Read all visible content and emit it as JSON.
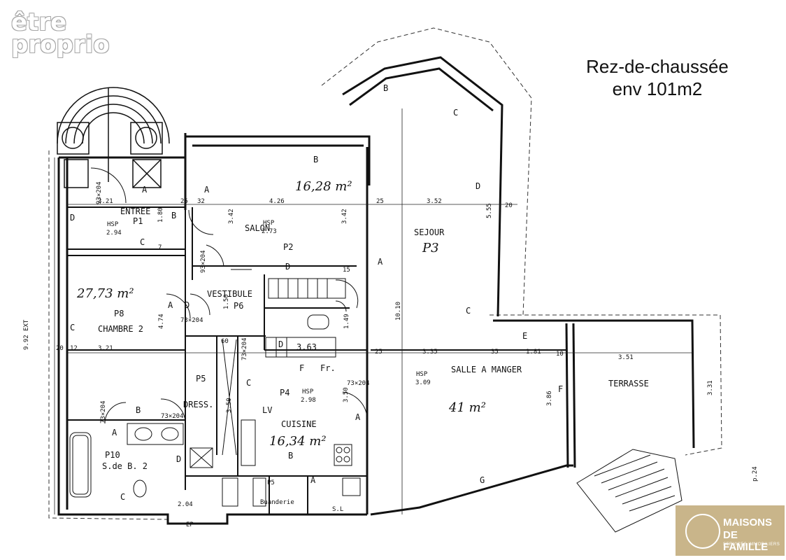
{
  "header": {
    "title_line1": "Rez-de-chaussée",
    "title_line2": "env 101m2"
  },
  "watermark": {
    "line1": "être",
    "line2": "proprio"
  },
  "logo": {
    "line1": "MAISONS",
    "line2": "DE FAMILLE",
    "line3": "SERVICES IMMOBILIERS",
    "color": "#c9b58a"
  },
  "page_ref": "p.24",
  "rooms": {
    "entree": {
      "name": "ENTREE",
      "code": "P1",
      "hsp_label": "HSP",
      "hsp": "2.94"
    },
    "salon": {
      "name": "SALON",
      "code": "P2",
      "hsp_label": "HSP",
      "hsp": "2.73",
      "area": "16,28 m²"
    },
    "sejour": {
      "name": "SEJOUR",
      "code": "P3"
    },
    "chambre2": {
      "name": "CHAMBRE 2",
      "code": "P8",
      "area": "27,73 m²"
    },
    "vestibule": {
      "name": "VESTIBULE",
      "code": "P6"
    },
    "cuisine": {
      "name": "CUISINE",
      "code": "P4",
      "hsp_label": "HSP",
      "hsp": "2.98",
      "area": "16,34 m²"
    },
    "salle_a_manger": {
      "name": "SALLE A MANGER",
      "hsp_label": "HSP",
      "hsp": "3.09",
      "area": "41 m²"
    },
    "terrasse": {
      "name": "TERRASSE"
    },
    "dress": {
      "name": "DRESS.",
      "code": "P5"
    },
    "sdb2": {
      "name": "S.de B. 2",
      "code": "P10"
    },
    "buanderie": {
      "name": "Buanderie",
      "code": "P5"
    },
    "stair": {
      "value": "3.63"
    }
  },
  "dimensions": {
    "d_321_top": "3.21",
    "d_426": "4.26",
    "d_352": "3.52",
    "d_342": "3.42",
    "d_342b": "3.42",
    "d_180": "1.80",
    "d_321_mid": "3.21",
    "d_335": "3.35",
    "d_181": "1.81",
    "d_351": "3.51",
    "d_1010": "10.10",
    "d_555": "5.55",
    "d_474": "4.74",
    "d_992": "9.92 EXT",
    "d_350": "3.50",
    "d_350b": "3.50",
    "d_386": "3.86",
    "d_331": "3.31",
    "d_204": "2.04",
    "d_150": "1.50",
    "d_149": "1.49",
    "door_1": "93×204",
    "door_2": "93×204",
    "door_3": "73×204",
    "door_4": "73×204",
    "door_5": "73×204",
    "door_6": "73×204",
    "door_7": "73×204",
    "n12": "12",
    "n20": "20",
    "n25": "25",
    "n32": "32",
    "n35": "35",
    "n10": "10",
    "n60": "60",
    "n15": "15",
    "n7": "7"
  },
  "letters": {
    "A": "A",
    "B": "B",
    "C": "C",
    "D": "D",
    "E": "E",
    "F": "F",
    "G": "G",
    "Fr": "Fr.",
    "LV": "LV",
    "SL": "S.L",
    "EP": "EP"
  }
}
